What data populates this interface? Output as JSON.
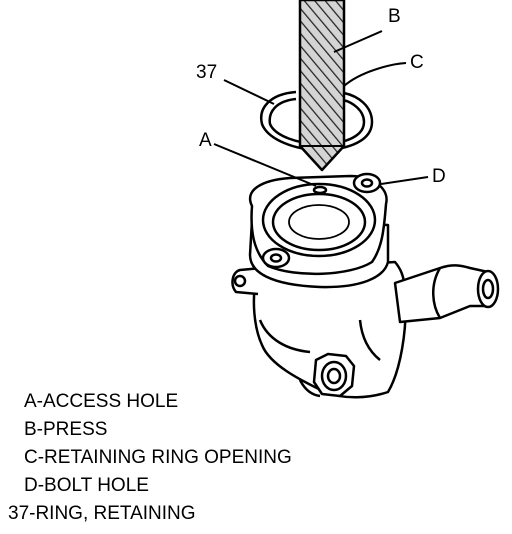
{
  "callouts": {
    "a": "A",
    "b": "B",
    "c": "C",
    "d": "D",
    "ring": "37"
  },
  "legend": [
    "A-ACCESS HOLE",
    "B-PRESS",
    "C-RETAINING RING OPENING",
    "D-BOLT HOLE",
    "37-RING, RETAINING"
  ],
  "colors": {
    "ink": "#000000",
    "paper": "#ffffff",
    "press_fill": "#b8b8b8"
  }
}
